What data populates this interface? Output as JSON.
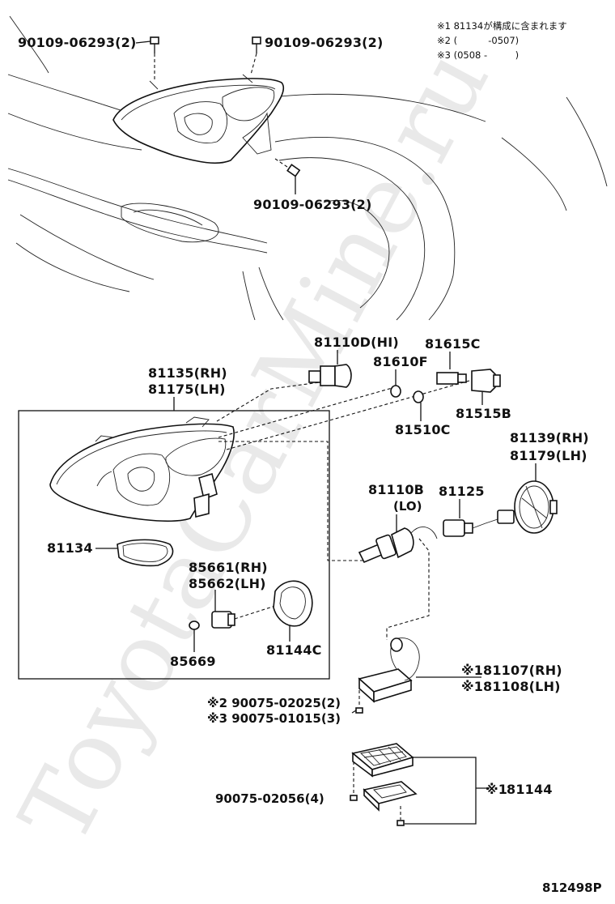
{
  "notes": {
    "n1": "※1 81134が構成に含まれます",
    "n2": "※2 (　　　 -0507)",
    "n3": "※3 (0508 -　　　)"
  },
  "top_assembly": {
    "bolt_left": "90109-06293(2)",
    "bolt_right": "90109-06293(2)",
    "bolt_bottom": "90109-06293(2)"
  },
  "headlamp_unit": {
    "rh": "81135(RH)",
    "lh": "81175(LH)"
  },
  "bulbs": {
    "hi_bulb": "81110D(HI)",
    "socket_a": "81615C",
    "lens_a": "81610F",
    "lens_b": "81510C",
    "socket_b": "81515B",
    "lo_bulb": "81110B",
    "lo_tag": "(LO)",
    "bulb_81125": "81125"
  },
  "cover": {
    "rh": "81139(RH)",
    "lh": "81179(LH)"
  },
  "inner_parts": {
    "gasket": "81134",
    "side_rh": "85661(RH)",
    "side_lh": "85662(LH)",
    "side_bulb": "85669",
    "side_cover": "81144C"
  },
  "ballast": {
    "mark": "※1",
    "rh": "81107(RH)",
    "lh": "81108(LH)"
  },
  "screws": {
    "s2": "※2 90075-02025(2)",
    "s3": "※3 90075-01015(3)",
    "s4": "90075-02056(4)"
  },
  "bracket": {
    "mark": "※1",
    "part": "81144"
  },
  "footer": {
    "diagram_id": "812498P"
  },
  "watermark": "ToyotaCarMine.ru"
}
